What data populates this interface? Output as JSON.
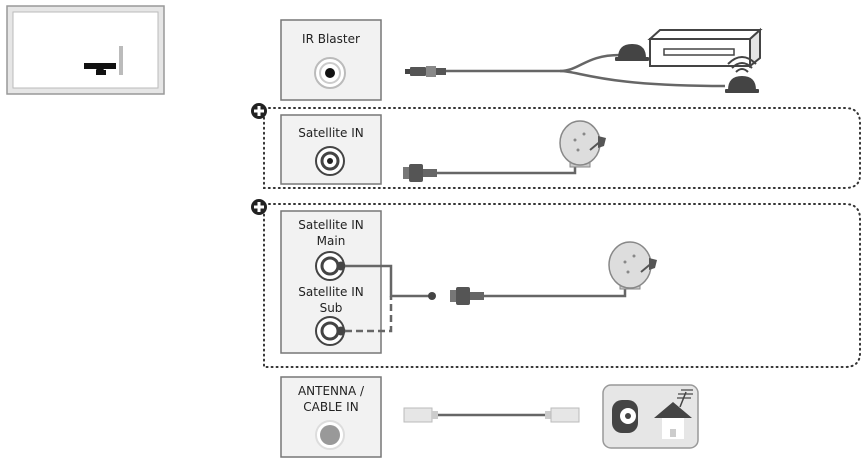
{
  "panels": {
    "ir_blaster": {
      "label": "IR Blaster"
    },
    "satellite_in": {
      "label": "Satellite IN"
    },
    "satellite_dual": {
      "main_label_1": "Satellite IN",
      "main_label_2": "Main",
      "sub_label_1": "Satellite IN",
      "sub_label_2": "Sub"
    },
    "antenna": {
      "label_1": "ANTENNA /",
      "label_2": "CABLE IN"
    }
  },
  "icons": {
    "plus": "plus-circle-icon",
    "tv_back": "tv-back-icon",
    "settop_box": "set-top-box-icon",
    "satellite_dish": "satellite-dish-icon",
    "house_antenna": "house-antenna-icon",
    "wall_outlet": "wall-outlet-icon"
  },
  "colors": {
    "cable": "#666666",
    "panel_fill": "#f2f2f2",
    "panel_stroke": "#777777",
    "dark": "#333333"
  }
}
